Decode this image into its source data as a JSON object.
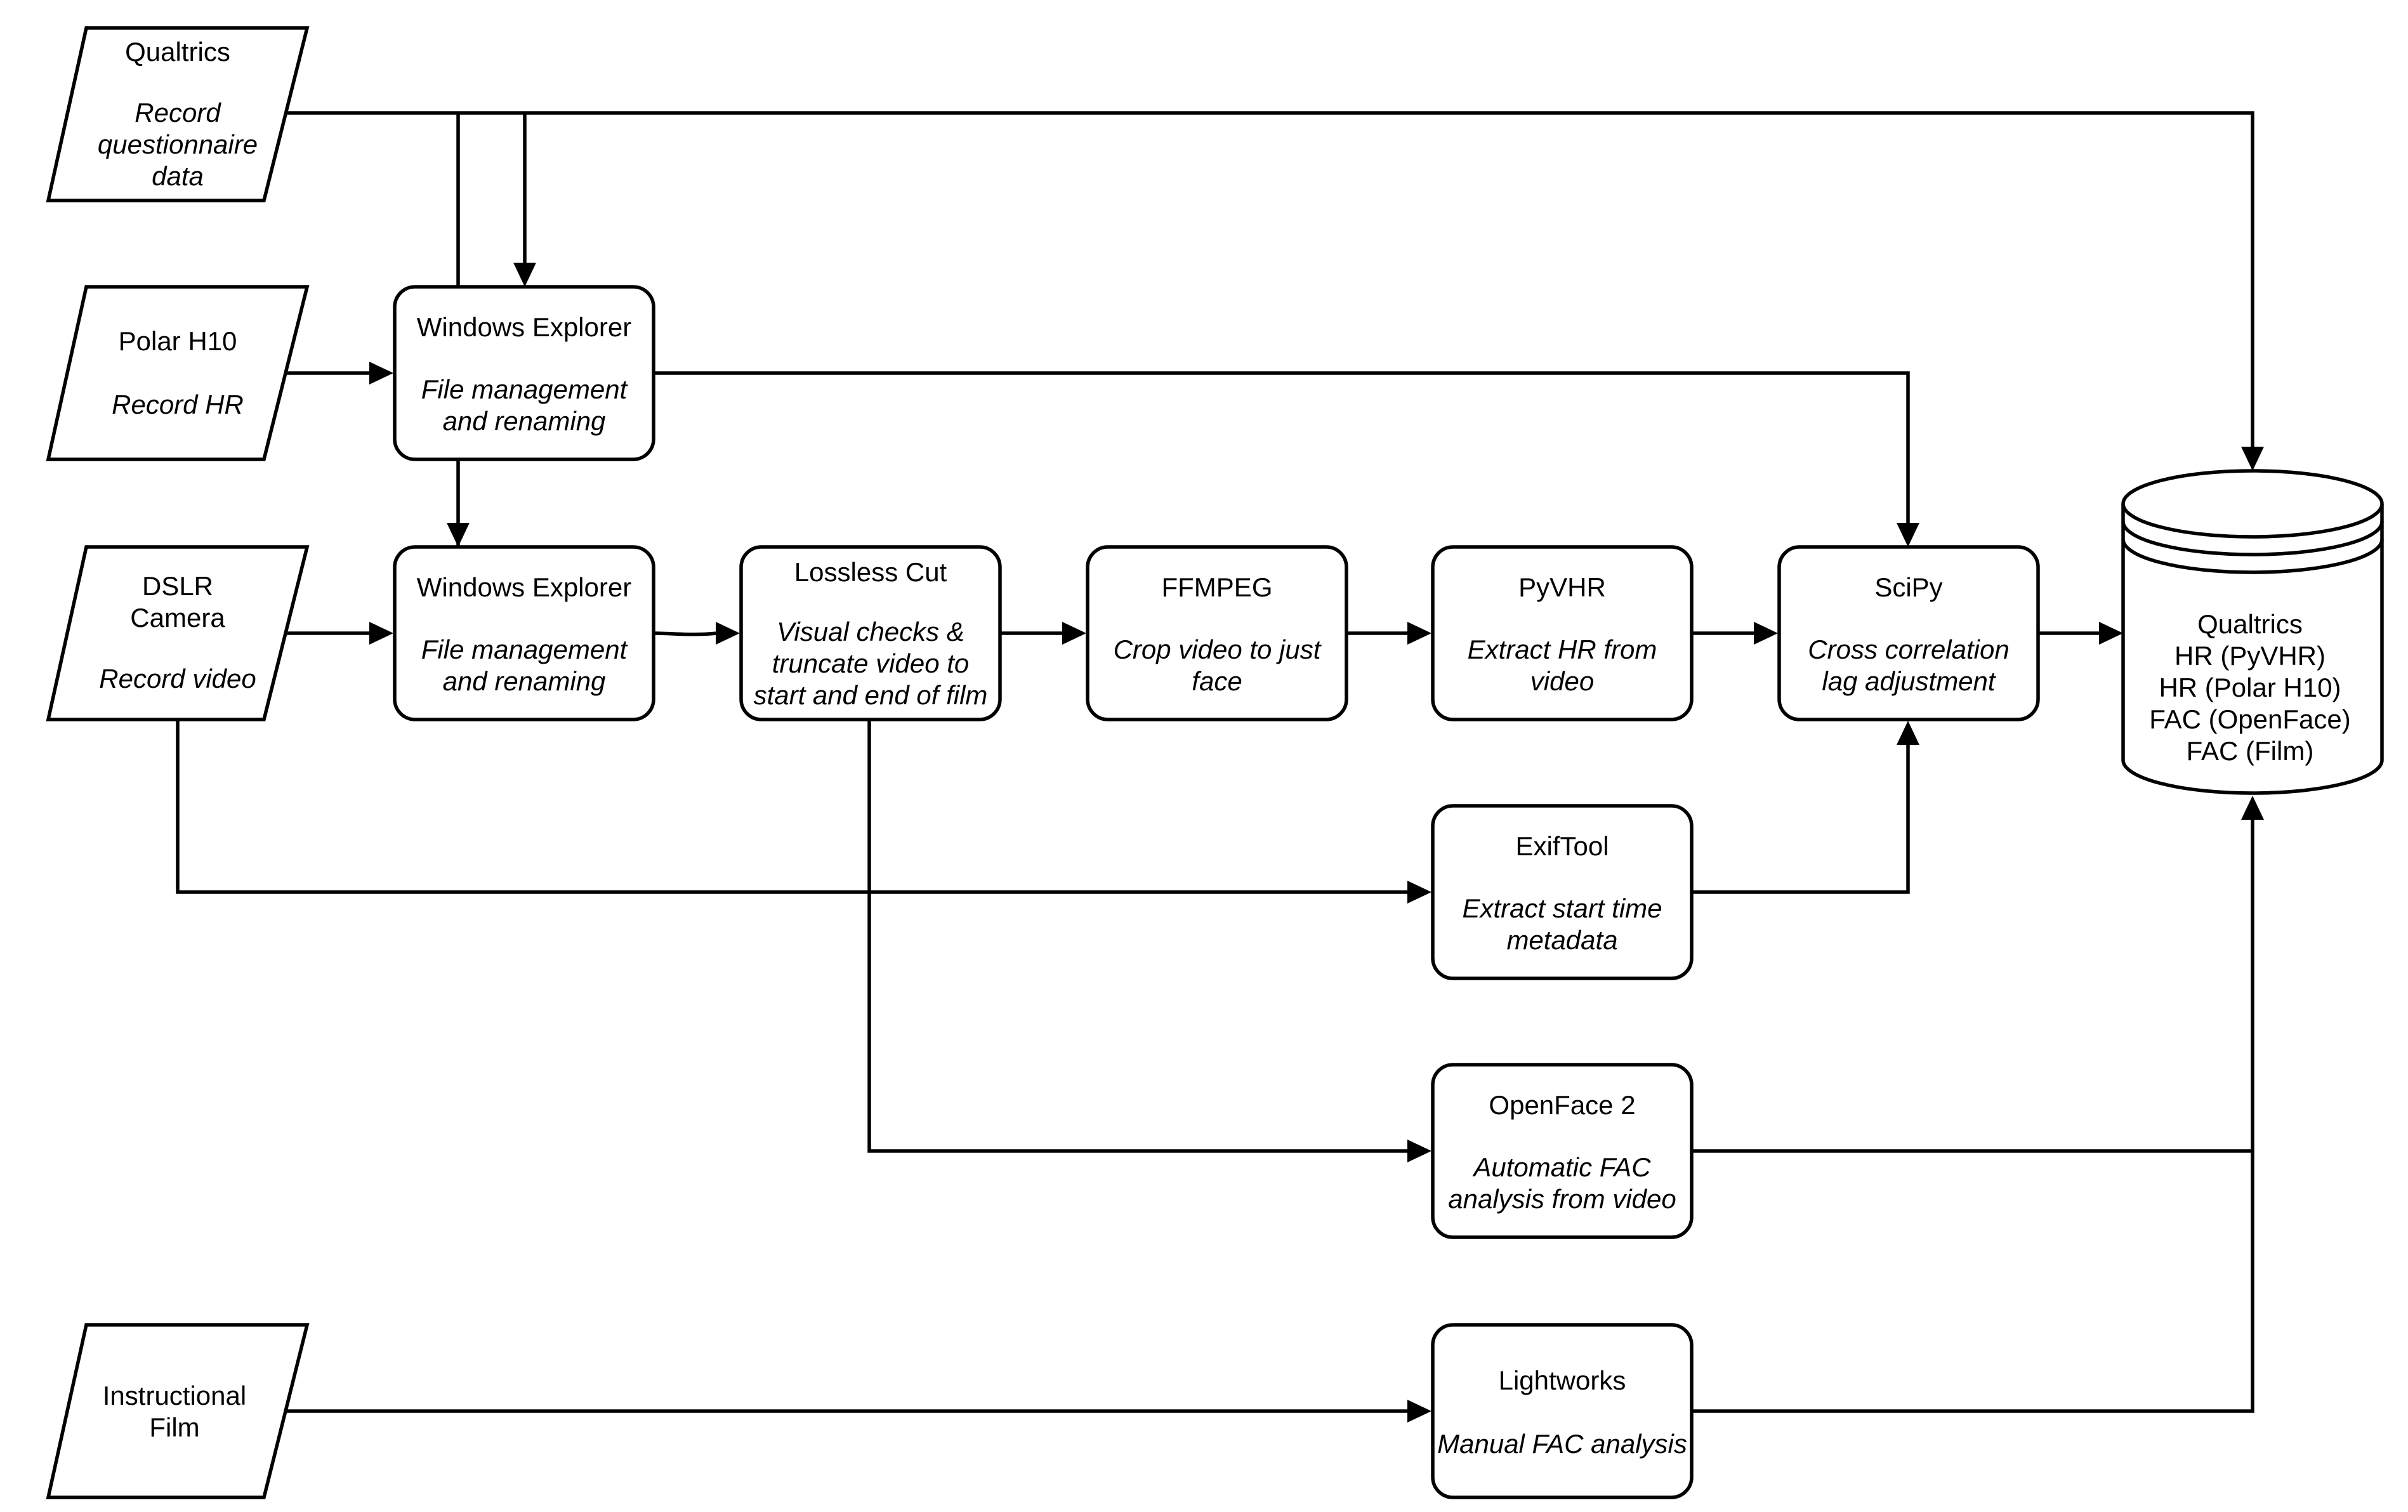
{
  "inputs": {
    "qualtrics": {
      "title": "Qualtrics",
      "desc": [
        "Record",
        "questionnaire",
        "data"
      ]
    },
    "polar": {
      "title": "Polar H10",
      "desc": [
        "Record HR"
      ]
    },
    "dslr": {
      "title": [
        "DSLR",
        "Camera"
      ],
      "desc": [
        "Record video"
      ]
    },
    "film": {
      "title": [
        "Instructional",
        "Film"
      ]
    }
  },
  "processes": {
    "explorer1": {
      "title": "Windows Explorer",
      "desc": [
        "File management",
        "and renaming"
      ]
    },
    "explorer2": {
      "title": "Windows Explorer",
      "desc": [
        "File management",
        "and renaming"
      ]
    },
    "losslesscut": {
      "title": "Lossless Cut",
      "desc": [
        "Visual checks &",
        "truncate video to",
        "start and end of film"
      ]
    },
    "ffmpeg": {
      "title": "FFMPEG",
      "desc": [
        "Crop video to just",
        "face"
      ]
    },
    "pyvhr": {
      "title": "PyVHR",
      "desc": [
        "Extract HR from",
        "video"
      ]
    },
    "scipy": {
      "title": "SciPy",
      "desc": [
        "Cross correlation",
        "lag adjustment"
      ]
    },
    "exiftool": {
      "title": "ExifTool",
      "desc": [
        "Extract start time",
        "metadata"
      ]
    },
    "openface": {
      "title": "OpenFace 2",
      "desc": [
        "Automatic FAC",
        "analysis from video"
      ]
    },
    "lightworks": {
      "title": "Lightworks",
      "desc": [
        "Manual FAC analysis"
      ]
    }
  },
  "datastore": {
    "lines": [
      "Qualtrics",
      "HR (PyVHR)",
      "HR (Polar H10)",
      "FAC (OpenFace)",
      "FAC (Film)"
    ]
  }
}
